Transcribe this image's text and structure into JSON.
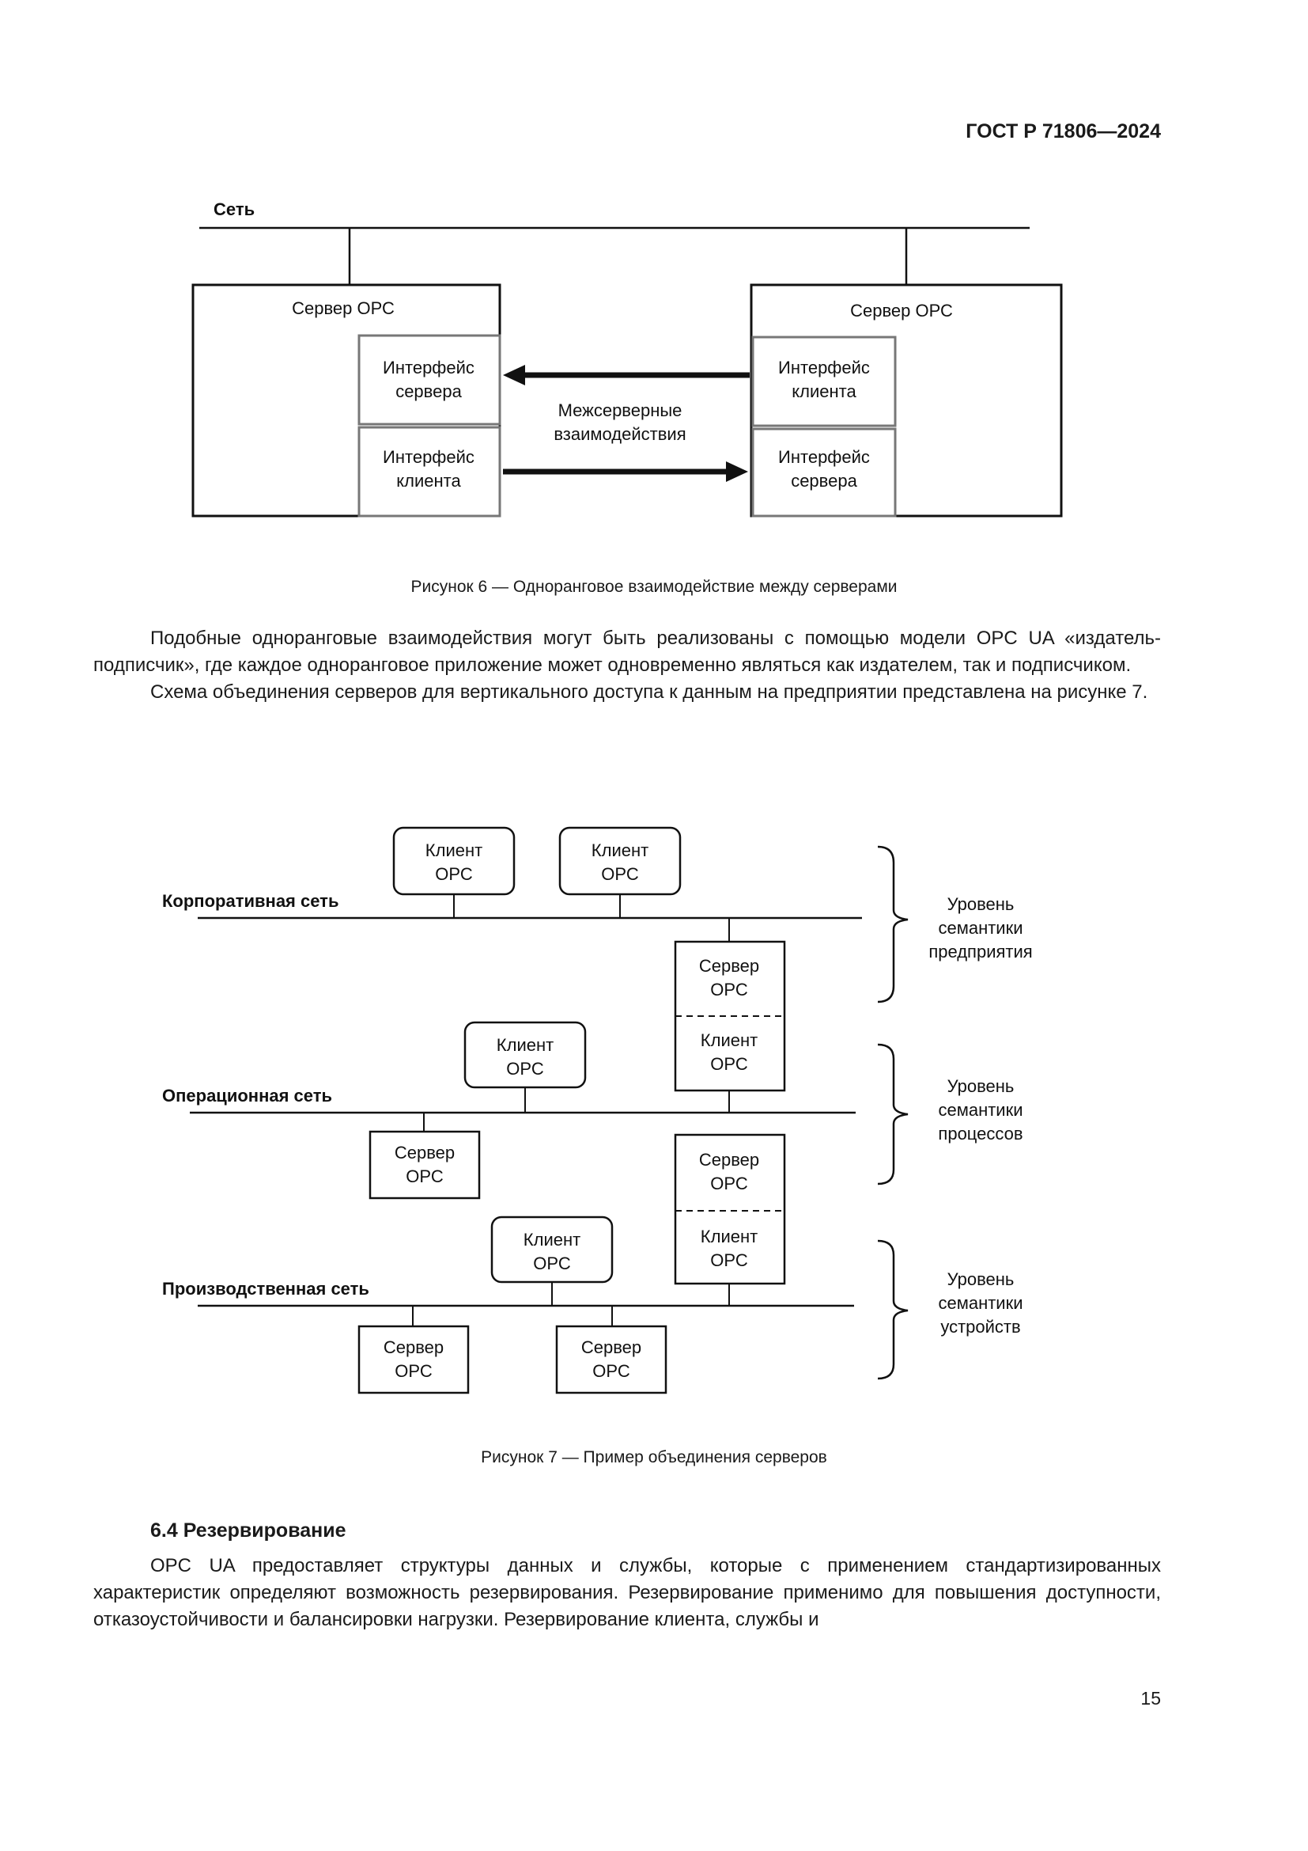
{
  "header": {
    "doc_id": "ГОСТ Р 71806—2024"
  },
  "figure6": {
    "network_label": "Сеть",
    "left_server_title": "Сервер ОРС",
    "right_server_title": "Сервер ОРС",
    "left_top_box": [
      "Интерфейс",
      "сервера"
    ],
    "left_bottom_box": [
      "Интерфейс",
      "клиента"
    ],
    "right_top_box": [
      "Интерфейс",
      "клиента"
    ],
    "right_bottom_box": [
      "Интерфейс",
      "сервера"
    ],
    "middle_label": [
      "Межсерверные",
      "взаимодействия"
    ],
    "caption": "Рисунок 6 — Одноранговое взаимодействие между серверами"
  },
  "paragraph1": "Подобные одноранговые взаимодействия могут быть реализованы с помощью модели OPC UA «издатель-подписчик», где каждое одноранговое приложение может одновременно являться как издателем, так и подписчиком.",
  "paragraph2": "Схема объединения серверов для вертикального доступа к данным на предприятии представлена на рисунке 7.",
  "figure7": {
    "corporate_network": "Корпоративная сеть",
    "operational_network": "Операционная сеть",
    "production_network": "Производственная сеть",
    "client_box": [
      "Клиент",
      "ОРС"
    ],
    "server_box": [
      "Сервер",
      "ОРС"
    ],
    "level_enterprise": [
      "Уровень",
      "семантики",
      "предприятия"
    ],
    "level_process": [
      "Уровень",
      "семантики",
      "процессов"
    ],
    "level_device": [
      "Уровень",
      "семантики",
      "устройств"
    ],
    "caption": "Рисунок 7 — Пример объединения серверов"
  },
  "section_title": "6.4 Резервирование",
  "paragraph3": "OPC UA предоставляет структуры данных и службы, которые с применением стандартизированных характеристик определяют возможность резервирования. Резервирование применимо для повышения доступности, отказоустойчивости и балансировки нагрузки. Резервирование клиента, службы и",
  "page_number": "15"
}
